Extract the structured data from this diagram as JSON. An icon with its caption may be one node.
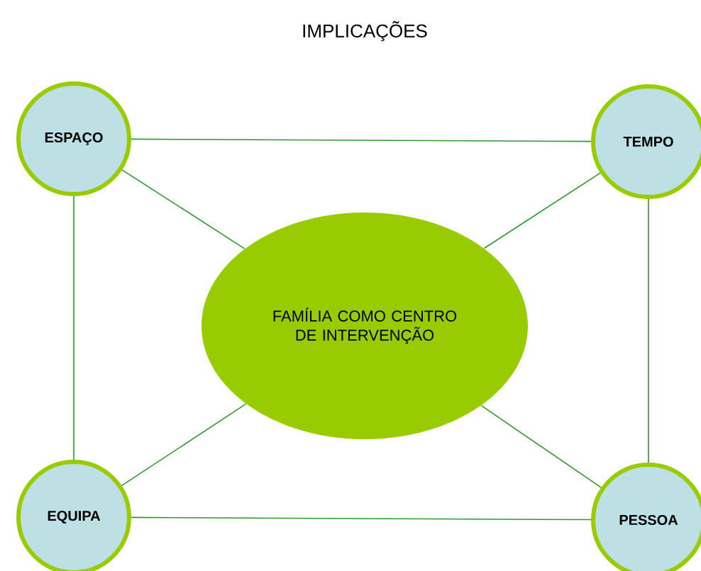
{
  "diagram": {
    "title": "IMPLICAÇÕES",
    "nodes": [
      {
        "text": [
          "FAMÍLIA COMO CENTRO DE INTERVENÇÃO"
        ]
      },
      {
        "text": [
          "ESPAÇO"
        ]
      },
      {
        "text": [
          "TEMPO"
        ]
      },
      {
        "text": [
          "EQUIPA"
        ]
      },
      {
        "text": [
          "PESSOA"
        ]
      }
    ],
    "edges": [
      {
        "from": 1,
        "to": 2,
        "arrow": "none"
      },
      {
        "from": 1,
        "to": 0,
        "arrow": "none"
      },
      {
        "from": 2,
        "to": 0,
        "arrow": "none"
      },
      {
        "from": 1,
        "to": 3,
        "arrow": "none"
      },
      {
        "from": 2,
        "to": 4,
        "arrow": "none"
      },
      {
        "from": 3,
        "to": 0,
        "arrow": "none"
      },
      {
        "from": 4,
        "to": 0,
        "arrow": "none"
      },
      {
        "from": 3,
        "to": 4,
        "arrow": "none"
      }
    ]
  }
}
